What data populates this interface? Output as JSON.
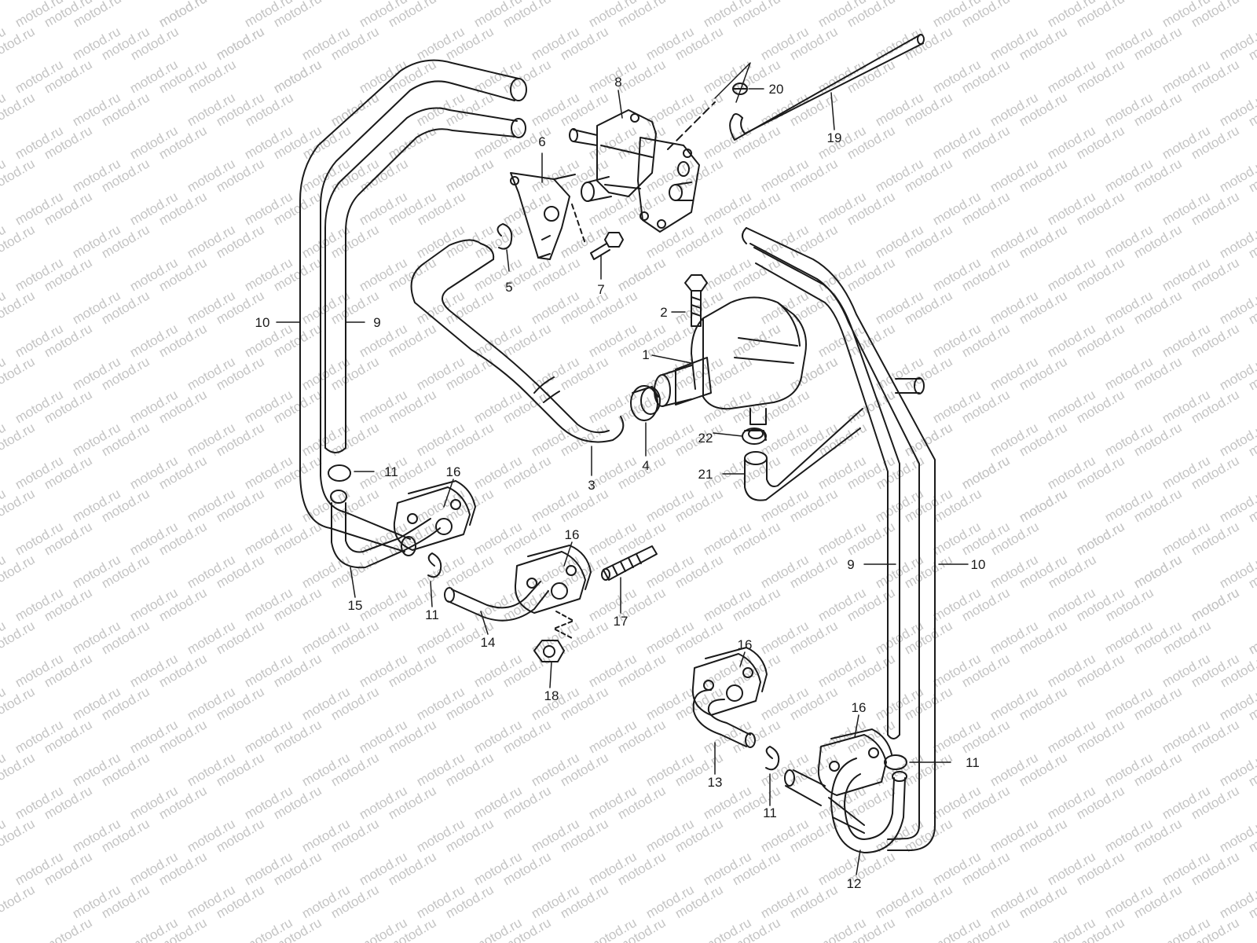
{
  "watermark": "motod.ru",
  "callouts": [
    {
      "id": "c1",
      "label": "1"
    },
    {
      "id": "c2",
      "label": "2"
    },
    {
      "id": "c3",
      "label": "3"
    },
    {
      "id": "c4",
      "label": "4"
    },
    {
      "id": "c5",
      "label": "5"
    },
    {
      "id": "c6",
      "label": "6"
    },
    {
      "id": "c7",
      "label": "7"
    },
    {
      "id": "c8",
      "label": "8"
    },
    {
      "id": "c9a",
      "label": "9"
    },
    {
      "id": "c9b",
      "label": "9"
    },
    {
      "id": "c10a",
      "label": "10"
    },
    {
      "id": "c10b",
      "label": "10"
    },
    {
      "id": "c11a",
      "label": "11"
    },
    {
      "id": "c11b",
      "label": "11"
    },
    {
      "id": "c11c",
      "label": "11"
    },
    {
      "id": "c11d",
      "label": "11"
    },
    {
      "id": "c12",
      "label": "12"
    },
    {
      "id": "c13",
      "label": "13"
    },
    {
      "id": "c14",
      "label": "14"
    },
    {
      "id": "c15",
      "label": "15"
    },
    {
      "id": "c16a",
      "label": "16"
    },
    {
      "id": "c16b",
      "label": "16"
    },
    {
      "id": "c16c",
      "label": "16"
    },
    {
      "id": "c16d",
      "label": "16"
    },
    {
      "id": "c17",
      "label": "17"
    },
    {
      "id": "c18",
      "label": "18"
    },
    {
      "id": "c19",
      "label": "19"
    },
    {
      "id": "c20",
      "label": "20"
    },
    {
      "id": "c21",
      "label": "21"
    },
    {
      "id": "c22",
      "label": "22"
    }
  ],
  "colors": {
    "line": "#1a1a1a",
    "watermark": "#c4c4c4",
    "background": "#ffffff"
  }
}
